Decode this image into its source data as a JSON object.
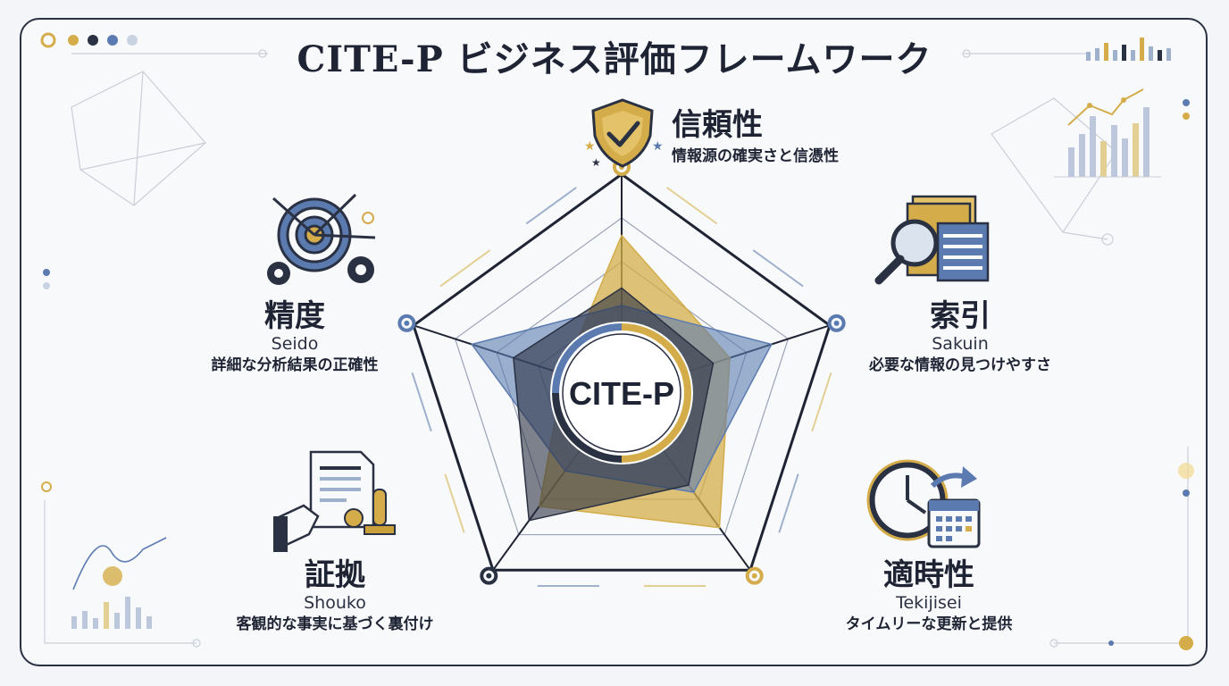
{
  "title": "CITE-P ビジネス評価フレームワーク",
  "center_label": "CITE-P",
  "criteria": {
    "top": {
      "jp": "信頼性",
      "desc": "情報源の確実さと信憑性",
      "icon": "shield-check-icon"
    },
    "left": {
      "jp": "精度",
      "romaji": "Seido",
      "desc": "詳細な分析結果の正確性",
      "icon": "target-gears-icon"
    },
    "right": {
      "jp": "索引",
      "romaji": "Sakuin",
      "desc": "必要な情報の見つけやすさ",
      "icon": "magnifier-documents-icon"
    },
    "bottom_left": {
      "jp": "証拠",
      "romaji": "Shouko",
      "desc": "客観的な事実に基づく裏付け",
      "icon": "certificate-stamp-icon"
    },
    "bottom_right": {
      "jp": "適時性",
      "romaji": "Tekijisei",
      "desc": "タイムリーな更新と提供",
      "icon": "clock-calendar-icon"
    }
  },
  "colors": {
    "navy": "#2a3142",
    "gold": "#d4ad4a",
    "blue": "#5b7bb0",
    "slate": "#4a5468"
  },
  "chart_data": {
    "type": "radar",
    "axes": [
      "信頼性",
      "索引",
      "適時性",
      "証拠",
      "精度"
    ],
    "range": [
      0,
      5
    ],
    "series": [
      {
        "color": "gold",
        "values": [
          3.6,
          2.6,
          3.8,
          3.2,
          1.4
        ]
      },
      {
        "color": "blue",
        "values": [
          2.0,
          3.6,
          2.8,
          2.2,
          3.6
        ]
      },
      {
        "color": "navy",
        "values": [
          2.4,
          2.2,
          2.6,
          3.6,
          2.6
        ]
      }
    ]
  }
}
